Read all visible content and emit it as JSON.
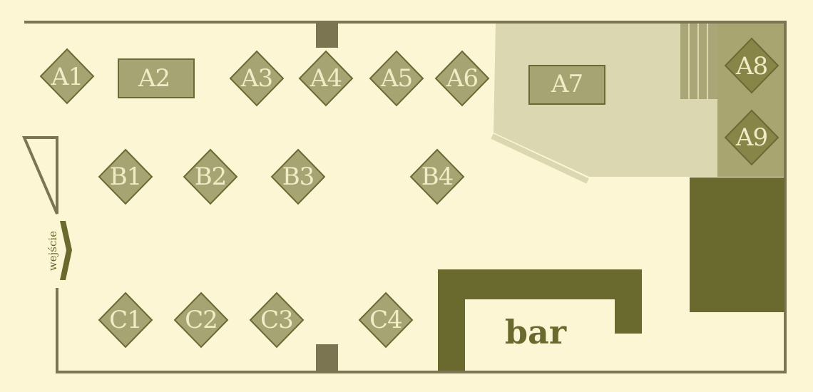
{
  "colors": {
    "background": "#fcf6d4",
    "wall": "#7b7552",
    "table_fill": "#a7a473",
    "table_stroke": "#6a6a34",
    "table_text": "#f1ebc6",
    "vip_area": "#dbd7b0",
    "vip_side": "#a8a571",
    "dark_table_fill": "#878547",
    "dark_block": "#6a6a2f"
  },
  "entrance": {
    "label": "wejście"
  },
  "bar": {
    "label": "bar"
  },
  "tables": {
    "a1": "A1",
    "a2": "A2",
    "a3": "A3",
    "a4": "A4",
    "a5": "A5",
    "a6": "A6",
    "a7": "A7",
    "a8": "A8",
    "a9": "A9",
    "b1": "B1",
    "b2": "B2",
    "b3": "B3",
    "b4": "B4",
    "c1": "C1",
    "c2": "C2",
    "c3": "C3",
    "c4": "C4"
  }
}
